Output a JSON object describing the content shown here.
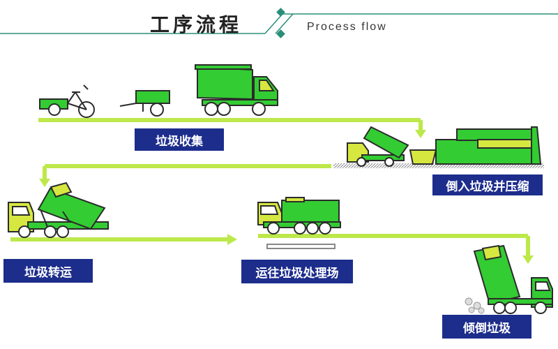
{
  "header": {
    "title_zh": "工序流程",
    "title_en": "Process flow"
  },
  "steps": [
    {
      "label": "垃圾收集"
    },
    {
      "label": "倒入垃圾并压缩"
    },
    {
      "label": "垃圾转运"
    },
    {
      "label": "运往垃圾处理场"
    },
    {
      "label": "倾倒垃圾"
    }
  ],
  "colors": {
    "header_line": "#2a8f78",
    "flow_line": "#bde84a",
    "label_bg": "#1d2d8c",
    "truck_green": "#33cc33",
    "cab_yellow": "#d6e840",
    "dark": "#2b2b2b"
  }
}
